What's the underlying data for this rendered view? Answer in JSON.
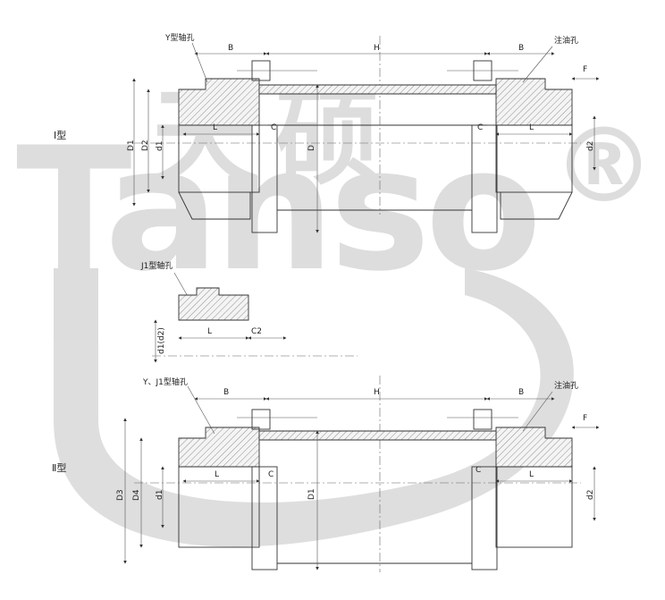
{
  "watermark": {
    "brand_cn": "天硕",
    "brand_en": "Tanso",
    "registered": "®"
  },
  "section_one": {
    "type_label": "Ⅰ型",
    "y_bore_label": "Y型轴孔",
    "oil_hole_label": "注油孔",
    "dims": {
      "B": "B",
      "H": "H",
      "F": "F",
      "L": "L",
      "C": "C",
      "D": "D",
      "D1": "D1",
      "D2": "D2",
      "d1": "d1",
      "d2": "d2"
    }
  },
  "section_j1": {
    "j1_bore_label": "J1型轴孔",
    "dims": {
      "L": "L",
      "C2": "C2",
      "d1d2": "d1(d2)"
    }
  },
  "section_two": {
    "type_label": "Ⅱ型",
    "yj1_bore_label": "Y、J1型轴孔",
    "oil_hole_label": "注油孔",
    "dims": {
      "B": "B",
      "H": "H",
      "F": "F",
      "L": "L",
      "C": "C",
      "D1": "D1",
      "D3": "D3",
      "D4": "D4",
      "d1": "d1",
      "d2": "d2"
    }
  }
}
